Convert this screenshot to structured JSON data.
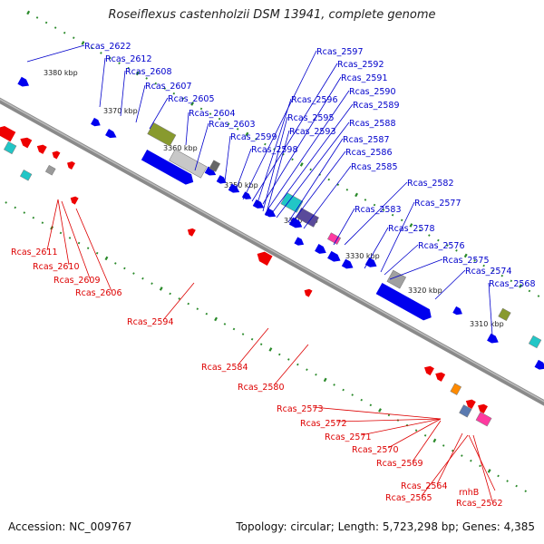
{
  "title": "Roseiflexus castenholzii DSM 13941, complete genome",
  "footer": {
    "accession": "Accession: NC_009767",
    "stats": "Topology: circular; Length: 5,723,298 bp; Genes: 4,385"
  },
  "colors": {
    "forward_label": "#0000cc",
    "reverse_label": "#dd0000",
    "forward_gene": "#0000ee",
    "reverse_gene": "#ee0000",
    "backbone": "#8a8a8a",
    "tick": "#2a8a2a"
  },
  "kbp_ticks": [
    "3380 kbp",
    "3370 kbp",
    "3360 kbp",
    "3350 kbp",
    "3340 kbp",
    "3330 kbp",
    "3320 kbp",
    "3310 kbp"
  ],
  "forward_labels": [
    "Rcas_2622",
    "Rcas_2612",
    "Rcas_2608",
    "Rcas_2607",
    "Rcas_2605",
    "Rcas_2604",
    "Rcas_2603",
    "Rcas_2599",
    "Rcas_2598",
    "Rcas_2597",
    "Rcas_2592",
    "Rcas_2591",
    "Rcas_2596",
    "Rcas_2590",
    "Rcas_2595",
    "Rcas_2589",
    "Rcas_2593",
    "Rcas_2588",
    "Rcas_2587",
    "Rcas_2586",
    "Rcas_2585",
    "Rcas_2582",
    "Rcas_2583",
    "Rcas_2577",
    "Rcas_2578",
    "Rcas_2576",
    "Rcas_2575",
    "Rcas_2574",
    "Rcas_2568"
  ],
  "reverse_labels": [
    "Rcas_2611",
    "Rcas_2610",
    "Rcas_2609",
    "Rcas_2606",
    "Rcas_2594",
    "Rcas_2584",
    "Rcas_2580",
    "Rcas_2573",
    "Rcas_2572",
    "Rcas_2571",
    "Rcas_2570",
    "Rcas_2569",
    "Rcas_2564",
    "Rcas_2565",
    "rnhB",
    "Rcas_2562"
  ]
}
